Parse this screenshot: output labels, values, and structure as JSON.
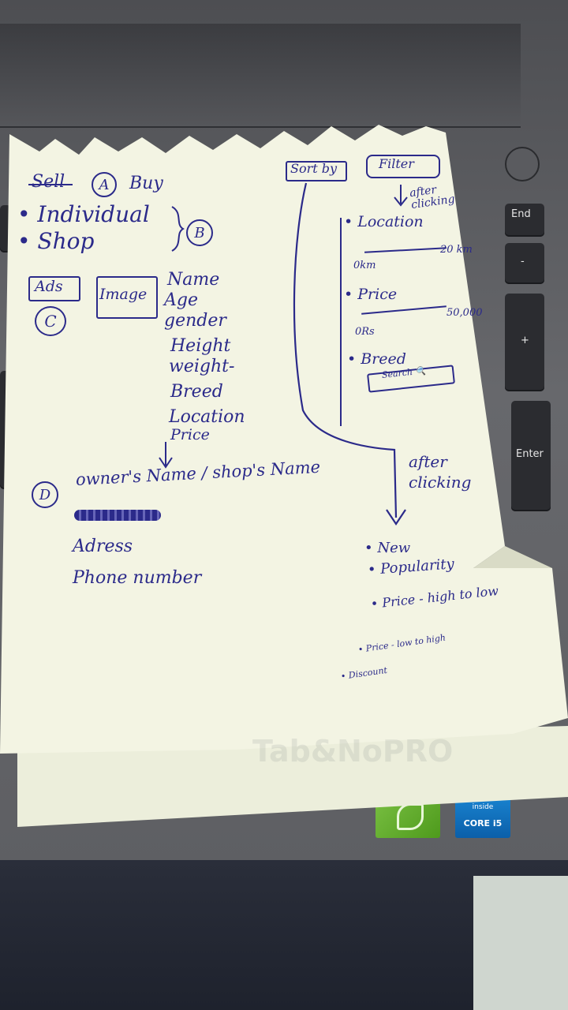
{
  "background": {
    "keys": {
      "end": "End",
      "minus": "-",
      "plus": "+",
      "enter": "Enter"
    },
    "watermark": "Tab&NoPRO",
    "sticker": {
      "brand_inside": "inside",
      "brand_core": "CORE i5"
    }
  },
  "note": {
    "section_a": {
      "crossed": "Sell",
      "marker": "A",
      "label": "Buy"
    },
    "seller_types": [
      "Individual",
      "Shop"
    ],
    "section_b": {
      "marker": "B"
    },
    "section_c": {
      "ads_label": "Ads",
      "marker": "C",
      "image_label": "Image"
    },
    "ad_fields": [
      "Name",
      "Age",
      "gender",
      "Height",
      "weight-",
      "Breed",
      "Location",
      "Price"
    ],
    "section_d": {
      "marker": "D",
      "owner_line": "owner's Name / shop's Name",
      "details": [
        "Adress",
        "Phone number"
      ]
    },
    "sort_by": {
      "label": "Sort by",
      "after_clicking": "after clicking",
      "options": [
        "New",
        "Popularity",
        "Price - high to low",
        "Price - low to high",
        "Discount"
      ]
    },
    "filter": {
      "label": "Filter",
      "after_clicking": "after clicking",
      "location": {
        "label": "Location",
        "min": "0km",
        "max": "20 km"
      },
      "price": {
        "label": "Price",
        "min": "0Rs",
        "max": "50,000"
      },
      "breed": {
        "label": "Breed",
        "search_label": "Search"
      }
    },
    "colors": {
      "ink": "#2b2a8a",
      "paper": "#f3f4e3"
    }
  }
}
